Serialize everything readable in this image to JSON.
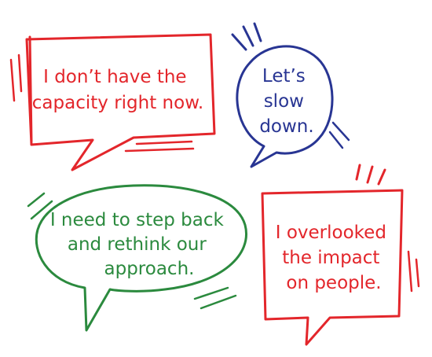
{
  "colors": {
    "red": "#e3262b",
    "navy": "#283593",
    "green": "#2b8a3e"
  },
  "bubbles": [
    {
      "id": "capacity",
      "color": "red",
      "lines": [
        "I don’t have the",
        "capacity right now."
      ]
    },
    {
      "id": "slow-down",
      "color": "navy",
      "lines": [
        "Let’s",
        "slow",
        "down."
      ]
    },
    {
      "id": "step-back",
      "color": "green",
      "lines": [
        "I need to step back",
        "and rethink our",
        "approach."
      ]
    },
    {
      "id": "overlooked",
      "color": "red",
      "lines": [
        "I overlooked",
        "the impact",
        "on people."
      ]
    }
  ]
}
